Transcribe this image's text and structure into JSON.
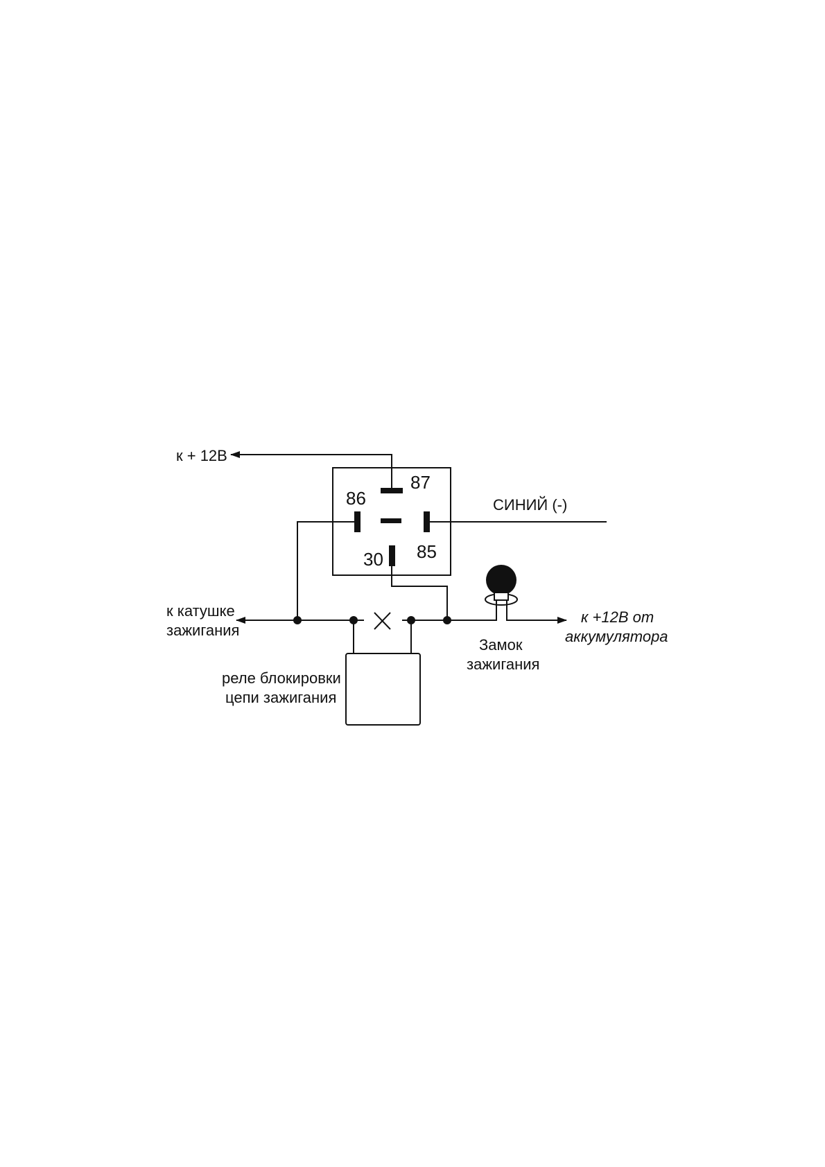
{
  "diagram": {
    "relay_pins": {
      "p87": "87",
      "p86": "86",
      "p85": "85",
      "p30": "30"
    },
    "labels": {
      "to_plus12v": "к + 12В",
      "blue_wire": "СИНИЙ (-)",
      "to_coil_line1": "к  катушке",
      "to_coil_line2": "зажигания",
      "to_battery_line1": "к  +12В от",
      "to_battery_line2": "аккумулятора",
      "ignition_lock_line1": "Замок",
      "ignition_lock_line2": "зажигания",
      "block_relay_line1": "реле блокировки",
      "block_relay_line2": "цепи зажигания"
    },
    "colors": {
      "ink": "#111111",
      "background": "#ffffff"
    },
    "icons": {
      "ignition_lock": "key-lock-icon",
      "break": "cut-x-icon"
    }
  }
}
